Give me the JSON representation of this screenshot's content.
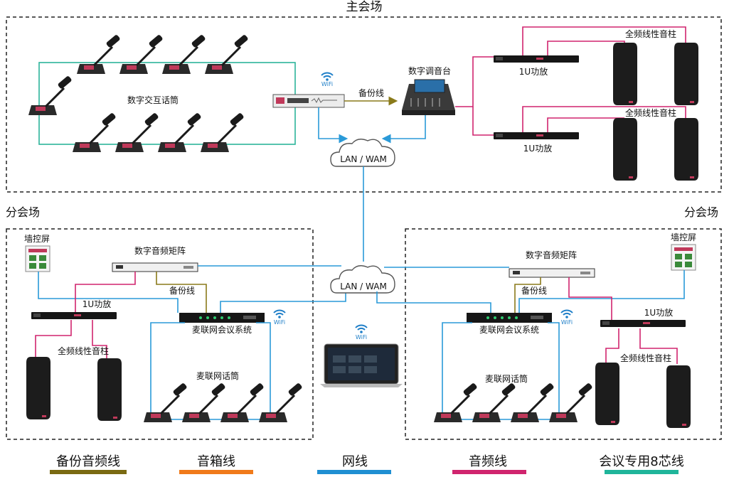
{
  "main_hall": {
    "title": "主会场",
    "mic_label": "数字交互话筒",
    "mixer_label": "数字调音台",
    "backup_line_label": "备份线",
    "amp1_label": "1U功放",
    "amp2_label": "1U功放",
    "speaker1_label": "全频线性音柱",
    "speaker2_label": "全频线性音柱",
    "cloud_label": "LAN / WAM",
    "wifi_label": "WiFi"
  },
  "left_branch": {
    "title": "分会场",
    "wall_screen_label": "墙控屏",
    "matrix_label": "数字音频矩阵",
    "backup_line_label": "备份线",
    "amp_label": "1U功放",
    "speaker_label": "全频线性音柱",
    "conf_system_label": "麦联网会议系统",
    "mic_label": "麦联网话筒",
    "wifi_label": "WiFi"
  },
  "right_branch": {
    "title": "分会场",
    "wall_screen_label": "墙控屏",
    "matrix_label": "数字音频矩阵",
    "backup_line_label": "备份线",
    "amp_label": "1U功放",
    "speaker_label": "全频线性音柱",
    "conf_system_label": "麦联网会议系统",
    "mic_label": "麦联网话筒",
    "wifi_label": "WiFi"
  },
  "center": {
    "cloud_label": "LAN / WAM",
    "wifi_label": "WiFi"
  },
  "legend": [
    {
      "label": "备份音频线",
      "color": "#7a6a12"
    },
    {
      "label": "音箱线",
      "color": "#f07a1a"
    },
    {
      "label": "网线",
      "color": "#1f8fd2"
    },
    {
      "label": "音频线",
      "color": "#d0246e"
    },
    {
      "label": "会议专用8芯线",
      "color": "#1fb59a"
    }
  ],
  "colors": {
    "backup": "#8a7a1a",
    "network": "#2a9ad8",
    "audio": "#d0246e",
    "conference": "#2cb49a"
  }
}
